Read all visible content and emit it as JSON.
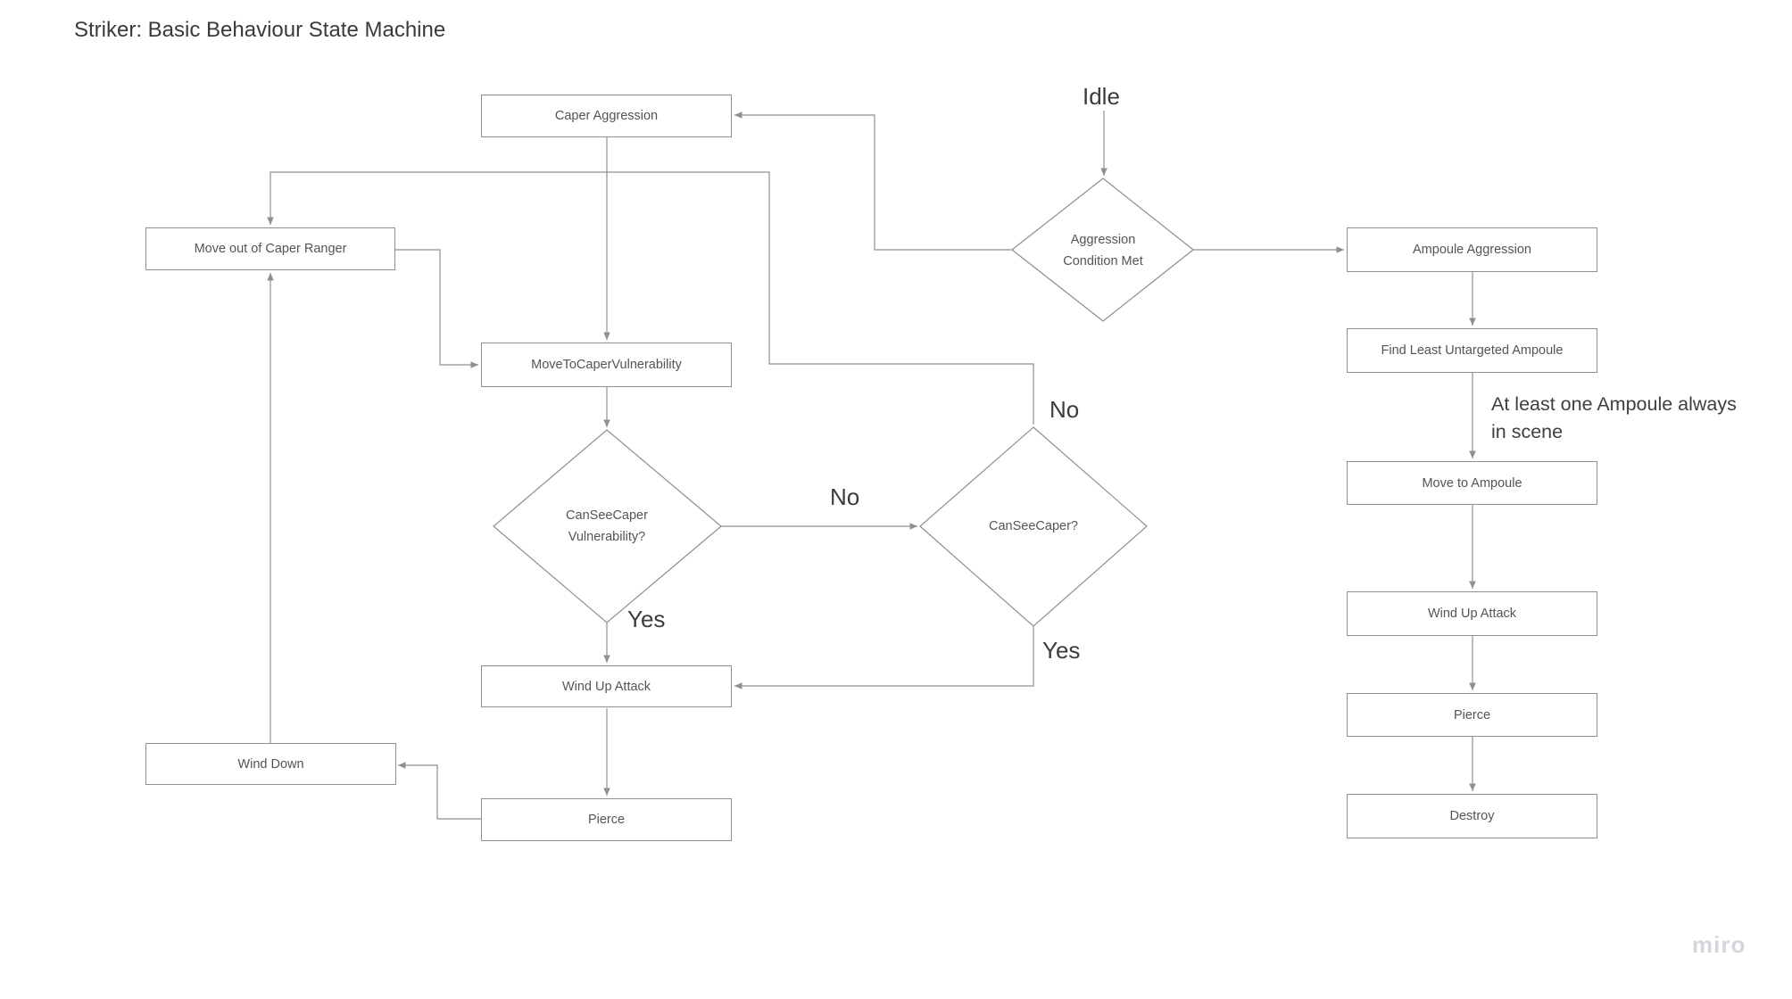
{
  "board": {
    "title": "Striker: Basic Behaviour State Machine",
    "watermark": "miro"
  },
  "colors": {
    "background": "#ffffff",
    "connector_line": "#8f8f8f",
    "box_border": "#8f8f8f",
    "box_fill": "#ffffff",
    "node_text": "#545454",
    "label_text": "#3c3c3c",
    "title_text": "#3a3a3a",
    "watermark_text": "#d5d5df"
  },
  "nodes": [
    {
      "id": "caper-aggression",
      "label": "Caper Aggression"
    },
    {
      "id": "move-out-of-caper-ranger",
      "label": "Move out of Caper Ranger"
    },
    {
      "id": "move-to-caper-vulnerability",
      "label": "MoveToCaperVulnerability"
    },
    {
      "id": "wind-up-attack-left",
      "label": "Wind Up Attack"
    },
    {
      "id": "wind-down",
      "label": "Wind Down"
    },
    {
      "id": "pierce-left",
      "label": "Pierce"
    },
    {
      "id": "ampoule-aggression",
      "label": "Ampoule Aggression"
    },
    {
      "id": "find-least-untargeted-ampoule",
      "label": "Find Least Untargeted Ampoule"
    },
    {
      "id": "move-to-ampoule",
      "label": "Move to Ampoule"
    },
    {
      "id": "wind-up-attack-right",
      "label": "Wind Up Attack"
    },
    {
      "id": "pierce-right",
      "label": "Pierce"
    },
    {
      "id": "destroy",
      "label": "Destroy"
    }
  ],
  "decisions": [
    {
      "id": "aggression-condition-met",
      "label": "Aggression Condition Met"
    },
    {
      "id": "can-see-caper-vulnerability",
      "label": "CanSeeCaper Vulnerability?"
    },
    {
      "id": "can-see-caper",
      "label": "CanSeeCaper?"
    }
  ],
  "edge_labels": {
    "idle": "Idle",
    "no_vulnerability_to_canseecaper": "No",
    "no_canseecaper_to_move_out": "No",
    "yes_vulnerability_to_wind_up": "Yes",
    "yes_canseecaper_to_wind_up": "Yes"
  },
  "note": {
    "line1": "At least one Ampoule always",
    "line2": "in scene"
  }
}
